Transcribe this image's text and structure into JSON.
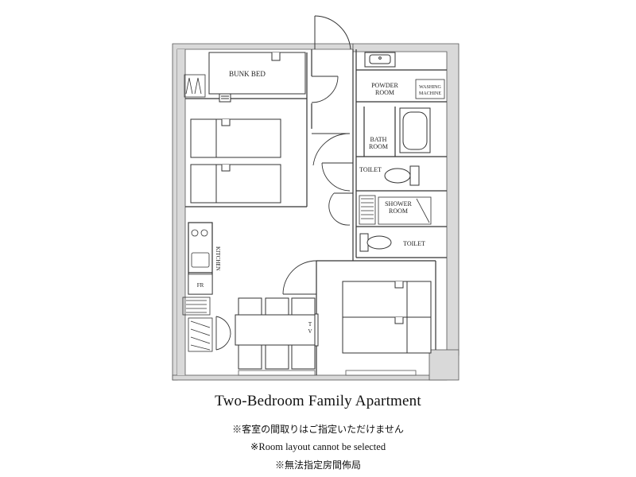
{
  "plan": {
    "title": "Two-Bedroom Family Apartment",
    "notes": [
      "※客室の間取りはご指定いただけません",
      "※Room layout cannot be selected",
      "※無法指定房間佈局"
    ],
    "rooms": {
      "bunk_bed": "BUNK BED",
      "powder_room_1": "POWDER",
      "powder_room_2": "ROOM",
      "washing_1": "WASHING",
      "washing_2": "MACHINE",
      "bath_1": "BATH",
      "bath_2": "ROOM",
      "toilet_upper": "TOILET",
      "shower_1": "SHOWER",
      "shower_2": "ROOM",
      "toilet_lower": "TOILET",
      "kitchen": "KITCHEN",
      "fridge": "FR",
      "tv_1": "T",
      "tv_2": "V"
    },
    "colors": {
      "wall": "#d9d9d9",
      "line": "#333333",
      "background": "#ffffff"
    }
  }
}
